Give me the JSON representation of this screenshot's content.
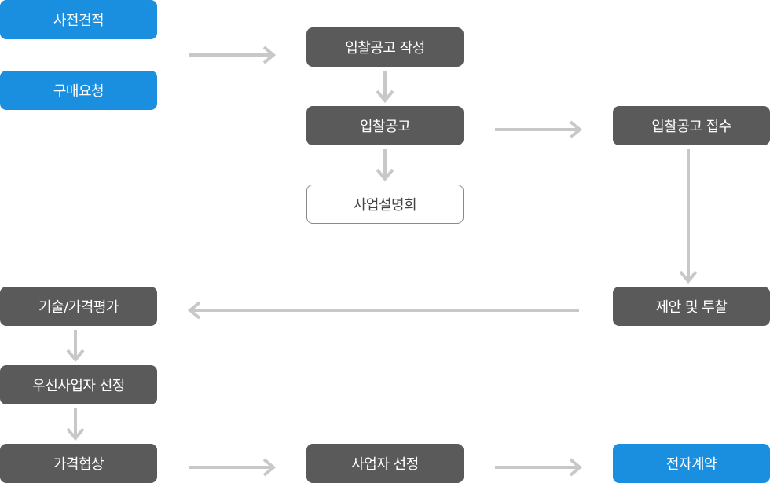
{
  "nodes": {
    "pre_estimate": "사전견적",
    "purchase_request": "구매요청",
    "bid_notice_draft": "입찰공고 작성",
    "bid_notice": "입찰공고",
    "bid_notice_receipt": "입찰공고 접수",
    "business_briefing": "사업설명회",
    "tech_price_eval": "기술/가격평가",
    "proposal_bid": "제안 및 투찰",
    "priority_vendor_selection": "우선사업자 선정",
    "price_negotiation": "가격협상",
    "vendor_selection": "사업자 선정",
    "e_contract": "전자계약"
  },
  "colors": {
    "node_dark": "#5a5a5a",
    "node_blue": "#1a8fe0",
    "node_white_border": "#8a8a8a",
    "arrow": "#c8c8c8"
  }
}
